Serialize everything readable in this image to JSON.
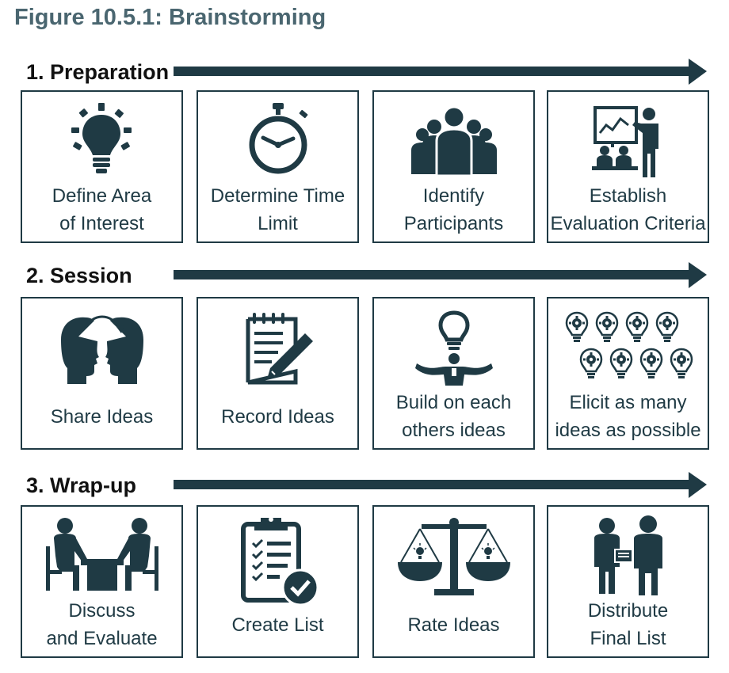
{
  "figure_title": "Figure 10.5.1: Brainstorming",
  "colors": {
    "primary": "#1f3a44",
    "title": "#4a6670"
  },
  "phases": [
    {
      "label": "1. Preparation",
      "steps": [
        {
          "line1": "Define Area",
          "line2": "of Interest",
          "icon": "lightbulb-icon"
        },
        {
          "line1": "Determine Time",
          "line2": "Limit",
          "icon": "stopwatch-icon"
        },
        {
          "line1": "Identify",
          "line2": "Participants",
          "icon": "group-icon"
        },
        {
          "line1": "Establish",
          "line2": "Evaluation Criteria",
          "icon": "presentation-icon"
        }
      ]
    },
    {
      "label": "2. Session",
      "steps": [
        {
          "line1": "Share Ideas",
          "line2": "",
          "icon": "heads-exchange-icon"
        },
        {
          "line1": "Record Ideas",
          "line2": "",
          "icon": "notepad-pencil-icon"
        },
        {
          "line1": "Build on each",
          "line2": "others ideas",
          "icon": "person-idea-icon"
        },
        {
          "line1": "Elicit as many",
          "line2": "ideas as possible",
          "icon": "many-bulbs-icon"
        }
      ]
    },
    {
      "label": "3. Wrap-up",
      "steps": [
        {
          "line1": "Discuss",
          "line2": "and Evaluate",
          "icon": "meeting-table-icon"
        },
        {
          "line1": "Create List",
          "line2": "",
          "icon": "clipboard-check-icon"
        },
        {
          "line1": "Rate Ideas",
          "line2": "",
          "icon": "balance-scale-icon"
        },
        {
          "line1": "Distribute",
          "line2": "Final List",
          "icon": "hand-over-icon"
        }
      ]
    }
  ]
}
